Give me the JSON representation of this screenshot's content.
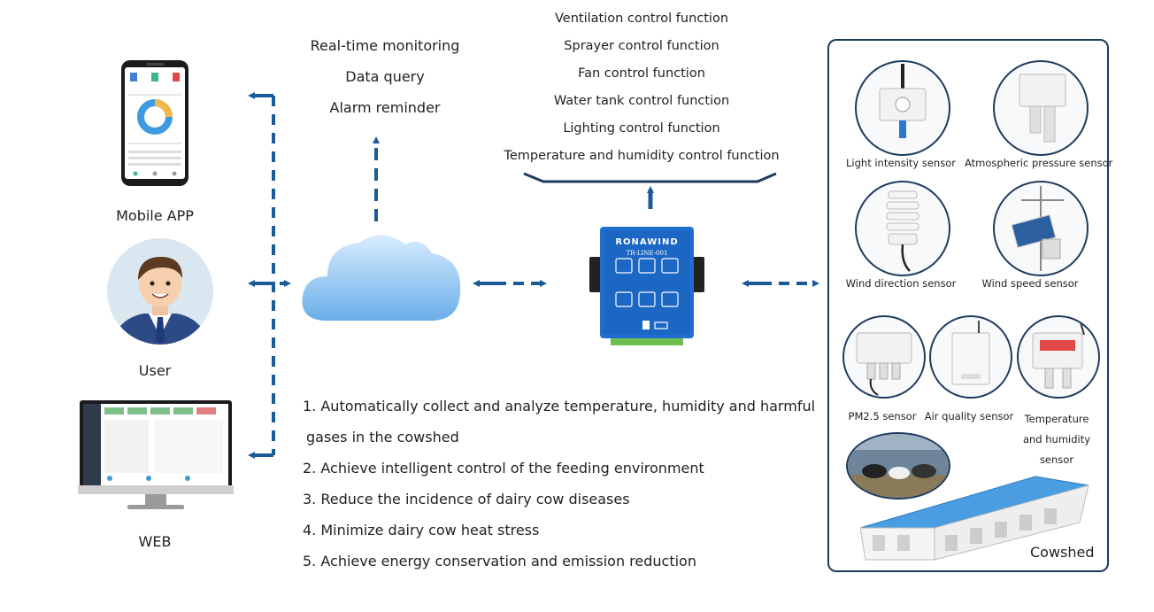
{
  "colors": {
    "arrow": "#1a5a96",
    "panel_border": "#1e3a5f",
    "cloud": "#8fc2f0",
    "device": "#1e6fd0"
  },
  "left": {
    "mobile_label": "Mobile APP",
    "user_label": "User",
    "web_label": "WEB"
  },
  "cloud_services": [
    "Real-time monitoring",
    "Data query",
    "Alarm reminder"
  ],
  "control_functions": [
    "Ventilation control function",
    "Sprayer control function",
    "Fan control function",
    "Water tank control function",
    "Lighting control function",
    "Temperature and humidity control function"
  ],
  "device": {
    "brand": "RONAWIND",
    "model": "TR-LINE-001"
  },
  "benefits": [
    "1. Automatically collect and analyze temperature, humidity and harmful",
    "gases in the cowshed",
    "2. Achieve intelligent control of the feeding environment",
    "3. Reduce the incidence of dairy cow diseases",
    "4. Minimize dairy cow heat stress",
    "5. Achieve energy conservation and emission reduction"
  ],
  "sensors": {
    "light": "Light intensity sensor",
    "pressure": "Atmospheric pressure sensor",
    "wind_dir": "Wind direction sensor",
    "wind_speed": "Wind speed sensor",
    "pm25": "PM2.5 sensor",
    "air": "Air quality sensor",
    "temp_hum": [
      "Temperature",
      "and humidity",
      "sensor"
    ]
  },
  "cowshed_label": "Cowshed"
}
